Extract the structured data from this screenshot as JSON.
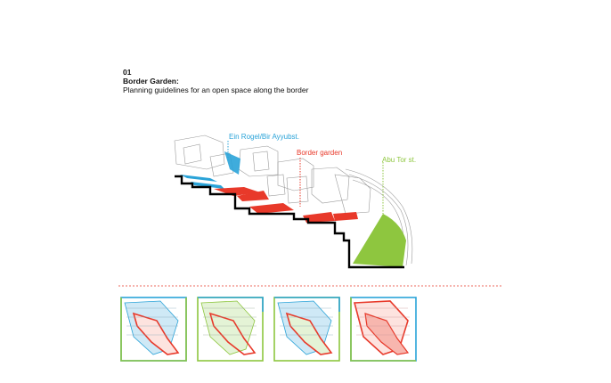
{
  "header": {
    "number": "01",
    "title": "Border Garden:",
    "subtitle": "Planning guidelines for an open space along the border"
  },
  "labels": {
    "ein_rogel": "Ein Rogel/Bir Ayyubst.",
    "border_garden": "Border garden",
    "abu_tor": "Abu Tor st."
  },
  "colors": {
    "blue": "#2aa3d8",
    "red": "#e8392a",
    "green": "#8ec63f",
    "divider": "#e8392a"
  },
  "thumbnails": [
    {
      "id": 1,
      "frame_color": "#2aa3d8",
      "highlight": "blue+red"
    },
    {
      "id": 2,
      "frame_color": "#8ec63f",
      "highlight": "red-outline"
    },
    {
      "id": 3,
      "frame_color": "#8ec63f",
      "highlight": "blue+red"
    },
    {
      "id": 4,
      "frame_color": "#2aa3d8",
      "highlight": "red"
    }
  ]
}
